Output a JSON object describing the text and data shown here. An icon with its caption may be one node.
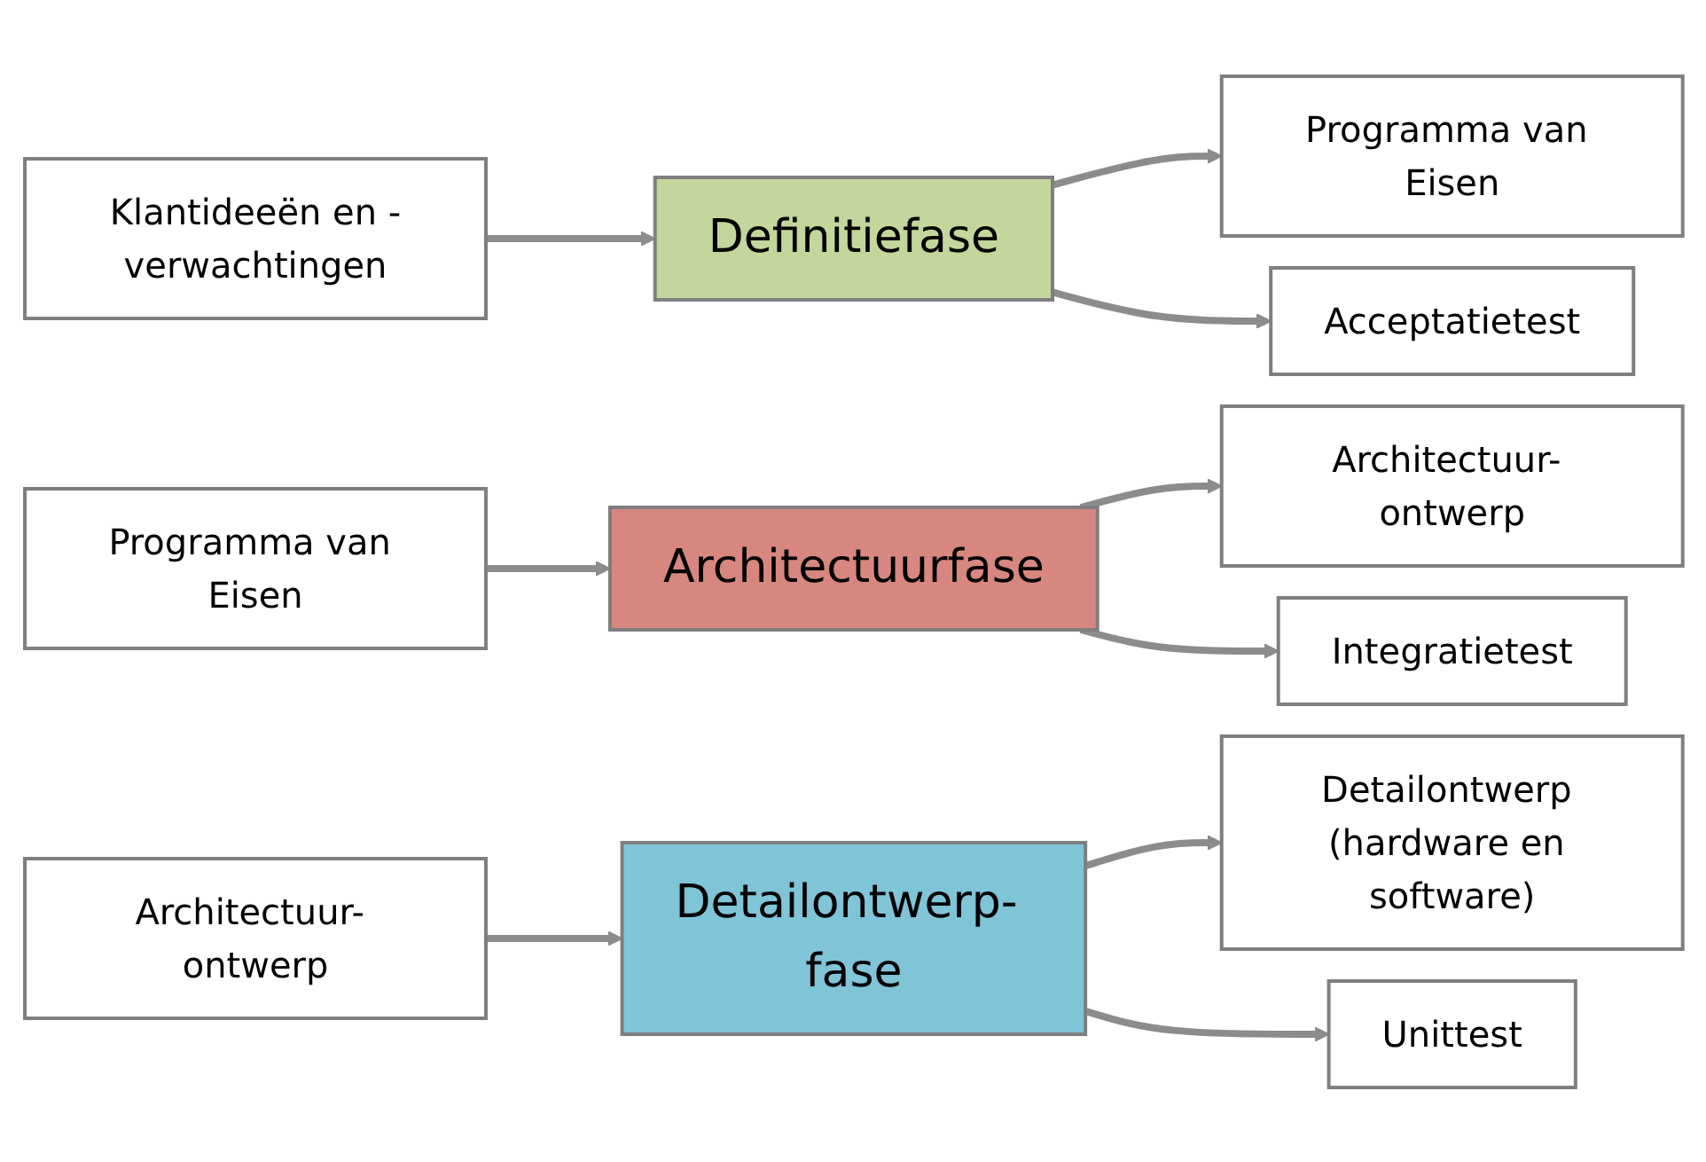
{
  "diagram": {
    "nodes": [
      {
        "text": [
          "Klantideeën en -verwachtingen"
        ]
      },
      {
        "text": [
          "Definitiefase"
        ]
      },
      {
        "text": [
          "Programma van Eisen"
        ]
      },
      {
        "text": [
          "Acceptatietest"
        ]
      },
      {
        "text": [
          "Programma van Eisen"
        ]
      },
      {
        "text": [
          "Architectuurfase"
        ]
      },
      {
        "text": [
          "Architectuur- ontwerp"
        ]
      },
      {
        "text": [
          "Integratietest"
        ]
      },
      {
        "text": [
          "Architectuur- ontwerp"
        ]
      },
      {
        "text": [
          "Detailontwerp- fase"
        ]
      },
      {
        "text": [
          "Detailontwerp (hardware en software)"
        ]
      },
      {
        "text": [
          "Unittest"
        ]
      }
    ],
    "edges": [
      {
        "from": 0,
        "to": 1,
        "arrow": "to"
      },
      {
        "from": 1,
        "to": 2,
        "arrow": "to"
      },
      {
        "from": 1,
        "to": 3,
        "arrow": "to"
      },
      {
        "from": 4,
        "to": 5,
        "arrow": "to"
      },
      {
        "from": 5,
        "to": 6,
        "arrow": "to"
      },
      {
        "from": 5,
        "to": 7,
        "arrow": "to"
      },
      {
        "from": 8,
        "to": 9,
        "arrow": "to"
      },
      {
        "from": 9,
        "to": 10,
        "arrow": "to"
      },
      {
        "from": 9,
        "to": 11,
        "arrow": "to"
      }
    ]
  }
}
